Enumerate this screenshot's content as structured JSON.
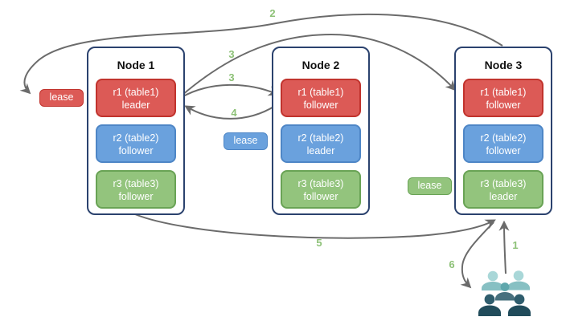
{
  "nodes": [
    {
      "title": "Node 1",
      "replicas": [
        {
          "label": "r1 (table1)",
          "role": "leader",
          "color": "red"
        },
        {
          "label": "r2 (table2)",
          "role": "follower",
          "color": "blue"
        },
        {
          "label": "r3 (table3)",
          "role": "follower",
          "color": "green"
        }
      ]
    },
    {
      "title": "Node 2",
      "replicas": [
        {
          "label": "r1 (table1)",
          "role": "follower",
          "color": "red"
        },
        {
          "label": "r2 (table2)",
          "role": "leader",
          "color": "blue"
        },
        {
          "label": "r3 (table3)",
          "role": "follower",
          "color": "green"
        }
      ]
    },
    {
      "title": "Node 3",
      "replicas": [
        {
          "label": "r1 (table1)",
          "role": "follower",
          "color": "red"
        },
        {
          "label": "r2 (table2)",
          "role": "follower",
          "color": "blue"
        },
        {
          "label": "r3 (table3)",
          "role": "leader",
          "color": "green"
        }
      ]
    }
  ],
  "leases": [
    {
      "label": "lease",
      "color": "red"
    },
    {
      "label": "lease",
      "color": "blue"
    },
    {
      "label": "lease",
      "color": "green"
    }
  ],
  "steps": [
    {
      "id": "step-1",
      "text": "1"
    },
    {
      "id": "step-2",
      "text": "2"
    },
    {
      "id": "step-3a",
      "text": "3"
    },
    {
      "id": "step-3b",
      "text": "3"
    },
    {
      "id": "step-4",
      "text": "4"
    },
    {
      "id": "step-5",
      "text": "5"
    },
    {
      "id": "step-6",
      "text": "6"
    }
  ],
  "icons": {
    "users": "users-icon"
  },
  "colors": {
    "replica_red": "#dc5a56",
    "replica_red_border": "#c1332d",
    "replica_blue": "#6aa1dd",
    "replica_blue_border": "#4e86c6",
    "replica_green": "#93c47d",
    "replica_green_border": "#69a355",
    "node_border": "#2b426e",
    "arrow": "#6b6b6b",
    "step_label": "#8dc177",
    "users_light_head": "#a9d7d8",
    "users_light_body": "#87c0c3",
    "users_mid_head": "#5fa7ac",
    "users_mid_body": "#47707e",
    "users_dark_head": "#2f5d6d",
    "users_dark_body": "#214c5b"
  }
}
